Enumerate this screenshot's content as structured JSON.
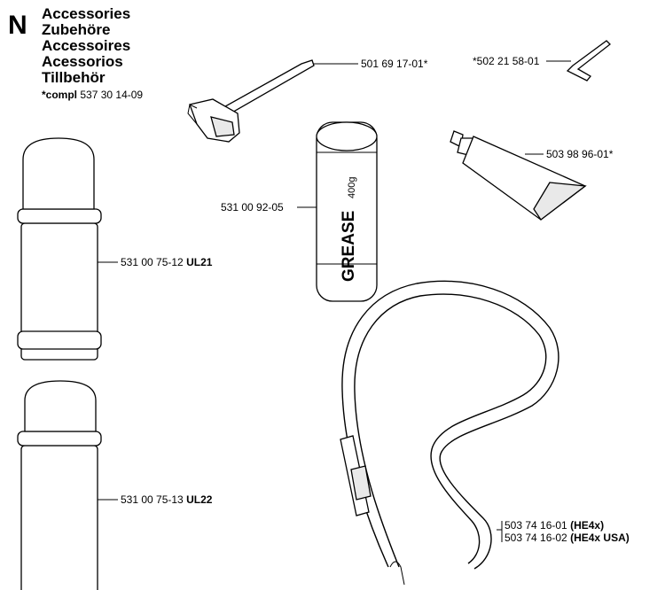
{
  "header": {
    "section_letter": "N",
    "titles": [
      "Accessories",
      "Zubehöre",
      "Accessoires",
      "Acessorios",
      "Tillbehör"
    ],
    "compl_prefix": "*compl",
    "compl_number": "537 30 14-09"
  },
  "parts": {
    "wrench": {
      "number": "501 69 17-01*"
    },
    "hex_key": {
      "number": "*502 21 58-01"
    },
    "tube": {
      "number": "503 98 96-01*"
    },
    "grease": {
      "number": "531 00 92-05",
      "can_text": "GREASE",
      "can_weight": "400g"
    },
    "can1": {
      "number": "531 00 75-12",
      "code": "UL21"
    },
    "can2": {
      "number": "531 00 75-13",
      "code": "UL22"
    },
    "strap1": {
      "number": "503 74 16-01",
      "code": "(HE4x)"
    },
    "strap2": {
      "number": "503 74 16-02",
      "code": "(HE4x USA)"
    }
  }
}
